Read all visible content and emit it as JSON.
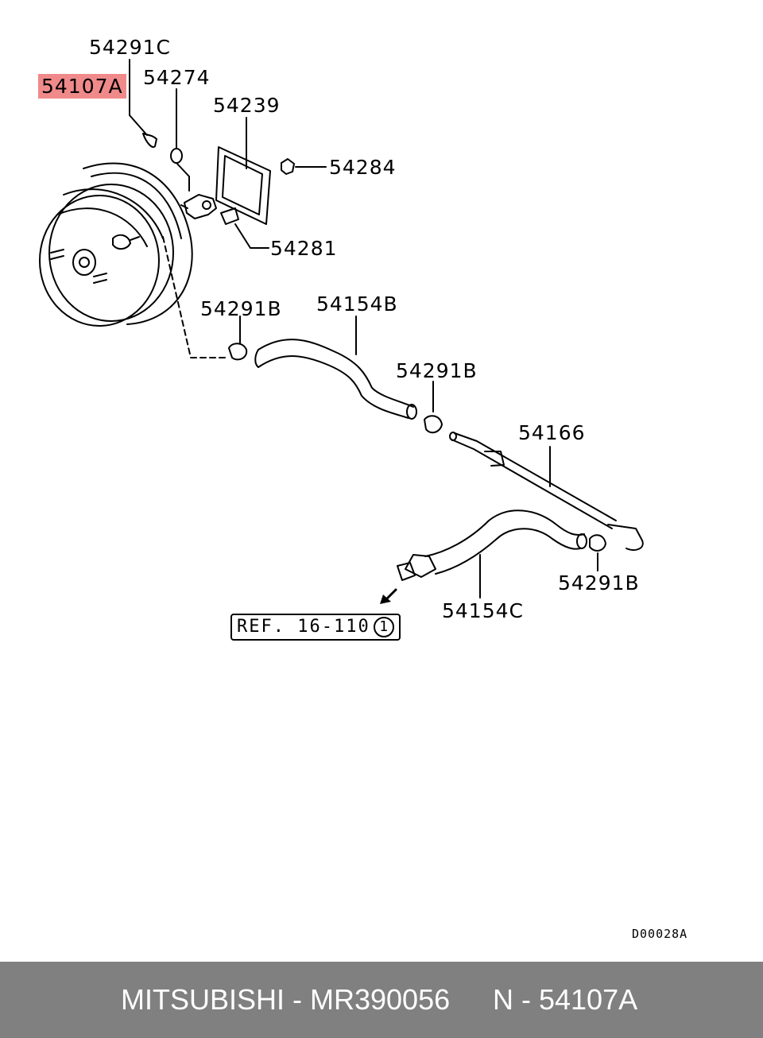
{
  "labels": {
    "p54291C": "54291C",
    "p54107A": "54107A",
    "p54274": "54274",
    "p54239": "54239",
    "p54284": "54284",
    "p54281": "54281",
    "p54291B_a": "54291B",
    "p54154B": "54154B",
    "p54291B_b": "54291B",
    "p54166": "54166",
    "p54291B_c": "54291B",
    "p54154C": "54154C"
  },
  "ref": {
    "text": "REF. 16-110",
    "circle": "1"
  },
  "drawing_code": "D00028A",
  "footer": {
    "left": "MITSUBISHI - MR390056",
    "right": "N - 54107A"
  },
  "colors": {
    "highlight": "#f08a8a",
    "footer_bg": "#808080"
  }
}
